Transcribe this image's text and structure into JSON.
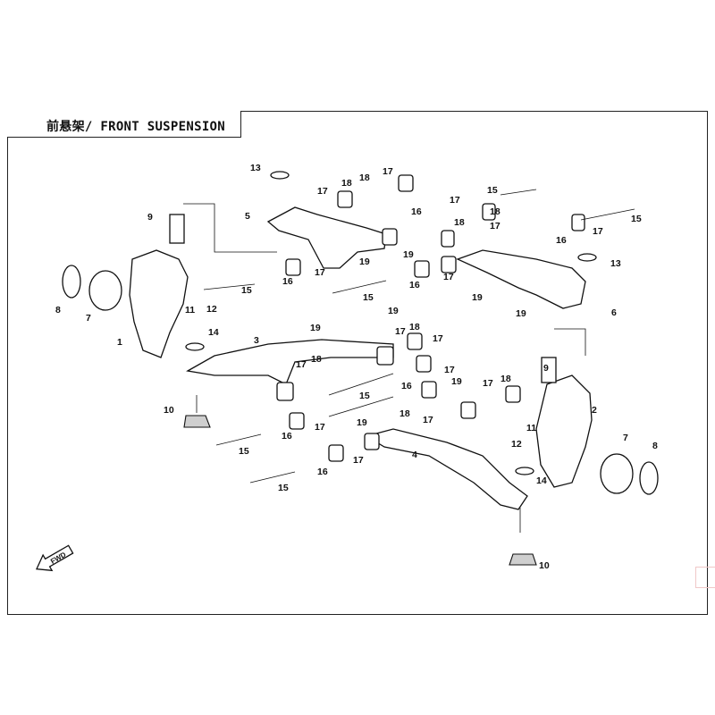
{
  "header": {
    "title": "前悬架/ FRONT SUSPENSION"
  },
  "direction_arrow": {
    "label": "FWD"
  },
  "callouts": [
    "1",
    "2",
    "3",
    "4",
    "5",
    "6",
    "7",
    "8",
    "9",
    "10",
    "11",
    "12",
    "13",
    "14",
    "15",
    "16",
    "17",
    "18",
    "19"
  ],
  "colors": {
    "line": "#111111",
    "fill": "#ffffff",
    "shade": "#cfcfcf"
  }
}
